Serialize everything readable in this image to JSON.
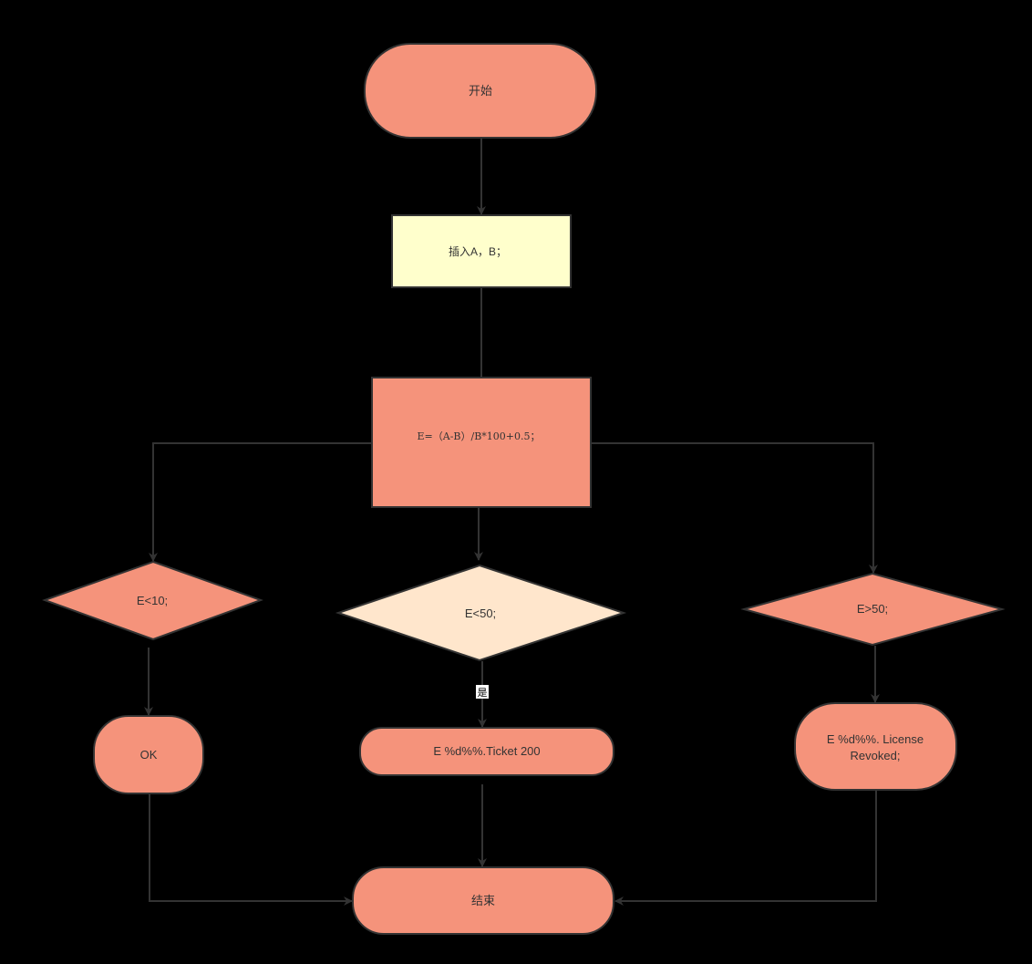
{
  "colors": {
    "background": "#000000",
    "salmon": "#f5937b",
    "light_yellow": "#ffffcc",
    "peach": "#ffe6cc",
    "stroke": "#333333"
  },
  "nodes": {
    "start": "开始",
    "input": "插入A，B；",
    "calc": "E=（A-B）/B*100+0.5；",
    "cond_lt10": "E<10;",
    "cond_lt50": "E<50;",
    "cond_gt50": "E>50;",
    "ok": "OK",
    "ticket": "E %d%%.Ticket 200",
    "license_line1": "E %d%%. License",
    "license_line2": "Revoked;",
    "end": "结束"
  },
  "edge_labels": {
    "yes": "是"
  }
}
